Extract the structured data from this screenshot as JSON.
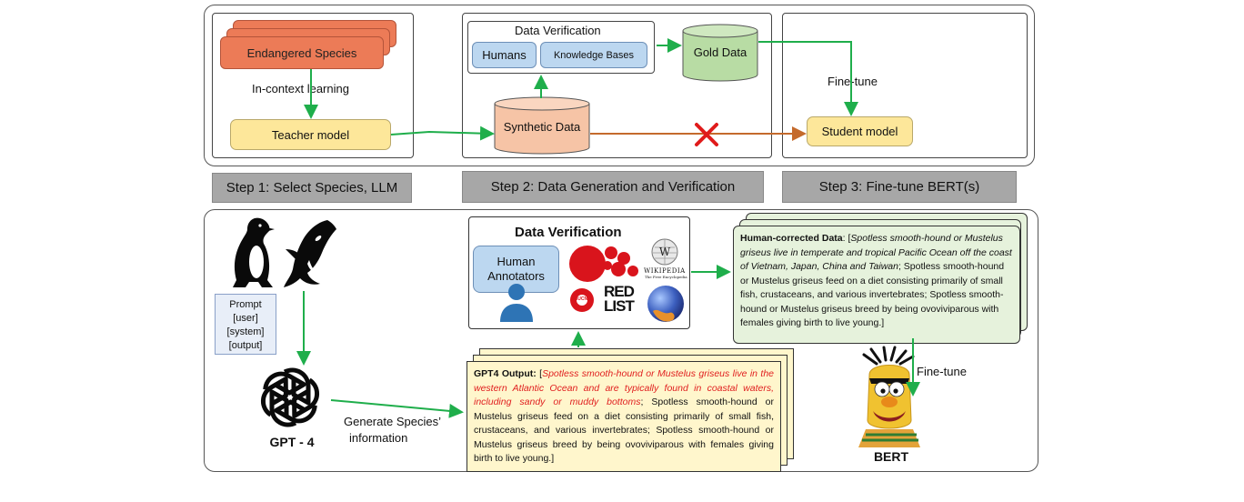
{
  "top": {
    "step1": {
      "species_label": "Endangered Species",
      "icl_label": "In-context learning",
      "teacher_label": "Teacher model",
      "step_label": "Step 1: Select Species, LLM"
    },
    "step2": {
      "verification_title": "Data Verification",
      "humans_label": "Humans",
      "kb_label": "Knowledge Bases",
      "gold_label": "Gold Data",
      "synthetic_label": "Synthetic Data",
      "step_label": "Step 2: Data Generation and Verification"
    },
    "step3": {
      "finetune_label": "Fine-tune",
      "student_label": "Student model",
      "step_label": "Step 3: Fine-tune BERT(s)"
    }
  },
  "bottom": {
    "prompt": {
      "title": "Prompt",
      "lines": [
        "[user]",
        "[system]",
        "[output]"
      ]
    },
    "gpt_label": "GPT - 4",
    "generate_label_line1": "Generate Species’",
    "generate_label_line2": "information",
    "verification_title": "Data Verification",
    "annotators_label_line1": "Human",
    "annotators_label_line2": "Annotators",
    "redlist_top": "RED",
    "redlist_bottom": "LIST",
    "iucn": "IUCN",
    "wikipedia_label": "WIKIPEDIA",
    "wikipedia_sub": "The Free Encyclopedia",
    "gpt_output": {
      "label": "GPT4 Output:",
      "red_text": "Spotless smooth-hound or Mustelus griseus live in the western Atlantic Ocean and are typically found in coastal waters, including sandy or muddy bottoms",
      "rest_text": "; Spotless smooth-hound or Mustelus griseus feed on a diet consisting primarily of small fish, crustaceans, and various invertebrates; Spotless smooth-hound or Mustelus griseus breed by being ovoviviparous with females giving birth to live young.]"
    },
    "human_corrected": {
      "label": "Human-corrected Data",
      "italic_text": "Spotless smooth-hound or Mustelus griseus live in temperate and tropical Pacific Ocean off the coast of Vietnam, Japan, China and Taiwan",
      "rest_text": "; Spotless smooth-hound or Mustelus griseus feed on a diet consisting primarily of small fish, crustaceans, and various invertebrates; Spotless smooth-hound or Mustelus griseus breed by being ovoviviparous with females giving birth to live young.]"
    },
    "finetune_label": "Fine-tune",
    "bert_label": "BERT"
  },
  "colors": {
    "arrow_green": "#1fae4b",
    "arrow_orange": "#c46a2c",
    "cross_red": "#e01b1b",
    "step_gray": "#a7a7a7",
    "teacher_yellow": "#fde79a",
    "knowledge_blue": "#bcd7f0",
    "species_orange": "#ec7b57",
    "gold_green": "#b8dca4",
    "synthetic_peach": "#f6c4a6",
    "card_cream": "#fff6cc",
    "card_green": "#e6f2dc"
  },
  "icons": [
    "penguin-icon",
    "orca-icon",
    "openai-logo-icon",
    "person-icon",
    "iucn-redlist-logo",
    "wikipedia-globe-icon",
    "bert-character-icon",
    "cross-icon"
  ]
}
